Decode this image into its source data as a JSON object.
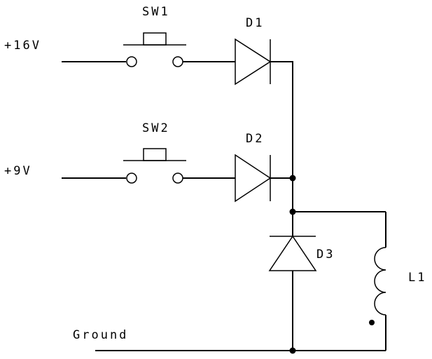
{
  "labels": {
    "v16": "+16V",
    "v9": "+9V",
    "sw1": "SW1",
    "sw2": "SW2",
    "d1": "D1",
    "d2": "D2",
    "d3": "D3",
    "l1": "L1",
    "ground": "Ground"
  }
}
